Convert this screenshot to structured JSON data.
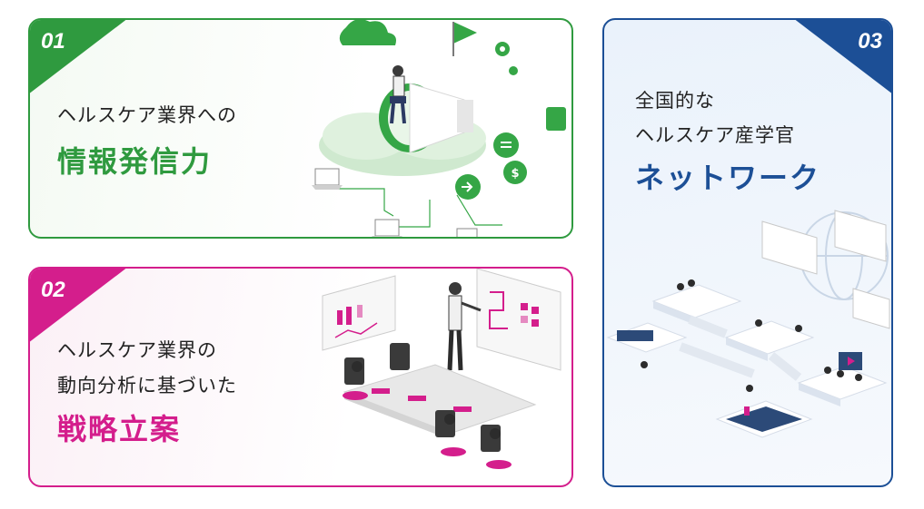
{
  "cards": [
    {
      "number": "01",
      "lines": [
        "ヘルスケア業界への"
      ],
      "highlight": "情報発信力",
      "color": "#2f9a3f"
    },
    {
      "number": "02",
      "lines": [
        "ヘルスケア業界の",
        "動向分析に基づいた"
      ],
      "highlight": "戦略立案",
      "color": "#d41e8c"
    },
    {
      "number": "03",
      "lines": [
        "全国的な",
        "ヘルスケア産学官"
      ],
      "highlight": "ネットワーク",
      "color": "#1c4f96"
    }
  ]
}
